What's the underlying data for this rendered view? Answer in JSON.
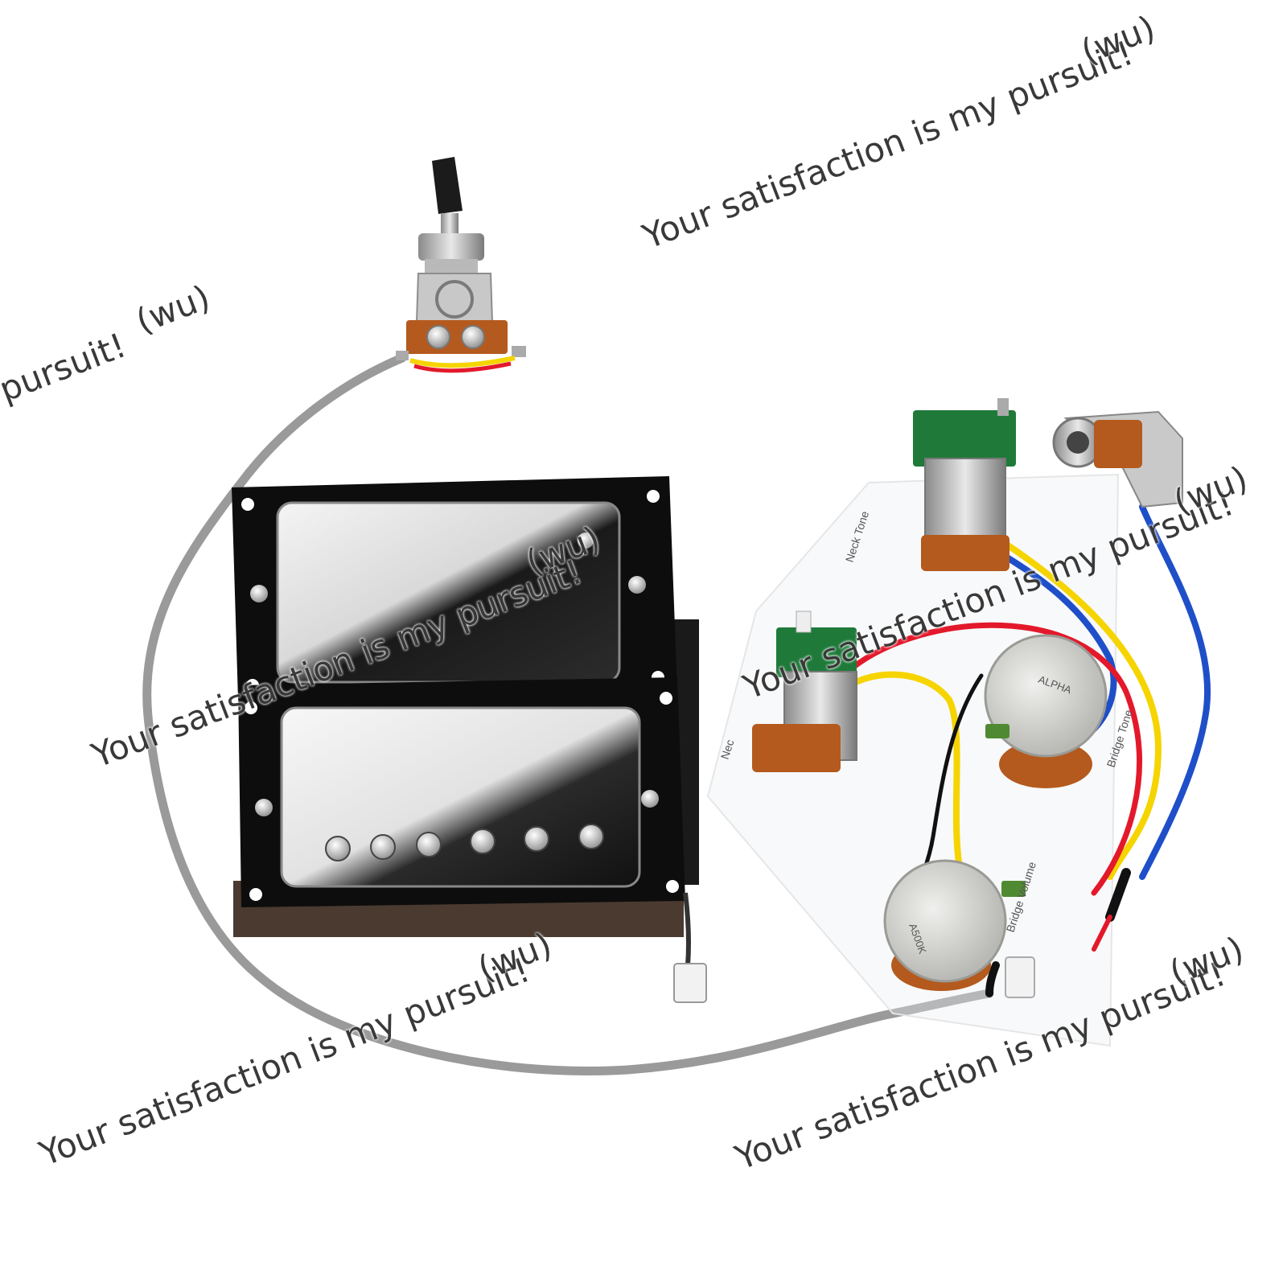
{
  "watermark": {
    "slogan": "Your satisfaction is my pursuit!",
    "slogan_partial": "pursuit!",
    "tag": "(wu)"
  },
  "labels": {
    "neck_tone": "Neck Tone",
    "neck_volume_partial": "Nec",
    "bridge_tone": "Bridge Tone",
    "bridge_volume": "Bridge Volume",
    "pot_brand": "ALPHA",
    "pot_value": "A500K"
  },
  "colors": {
    "background": "#ffffff",
    "cable": "#9a9a9a",
    "pickup_frame": "#0d0d0d",
    "chrome": "#d8d8d8",
    "wire_red": "#e3192b",
    "wire_yellow": "#f5d400",
    "wire_blue": "#1f4fc8",
    "wire_black": "#111111"
  }
}
